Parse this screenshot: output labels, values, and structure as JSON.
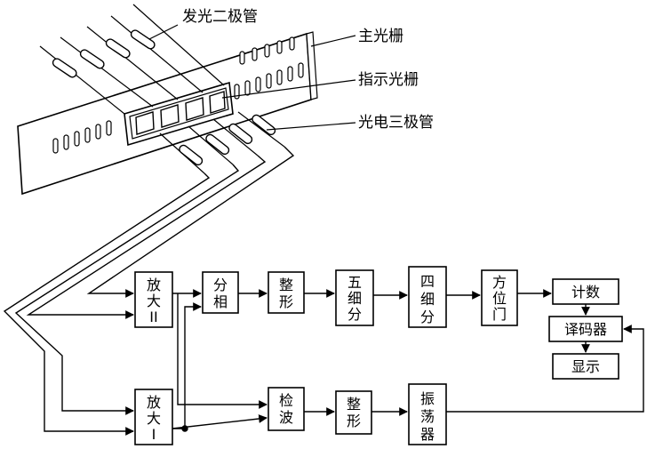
{
  "labels": {
    "led": "发光二极管",
    "main_grating": "主光栅",
    "index_grating": "指示光栅",
    "photodiode": "光电三极管"
  },
  "blocks": {
    "amp2": [
      "放",
      "大",
      "II"
    ],
    "amp1": [
      "放",
      "大",
      "I"
    ],
    "phase_split": [
      "分",
      "相"
    ],
    "shaping1": [
      "整",
      "形"
    ],
    "fivefold": [
      "五",
      "细",
      "分"
    ],
    "fourfold": [
      "四",
      "细",
      "分"
    ],
    "direction_gate": [
      "方",
      "位",
      "门"
    ],
    "counter": "计数",
    "decoder": "译码器",
    "display": "显示",
    "detector": [
      "检",
      "波"
    ],
    "shaping2": [
      "整",
      "形"
    ],
    "oscillator": [
      "振",
      "荡",
      "器"
    ]
  }
}
